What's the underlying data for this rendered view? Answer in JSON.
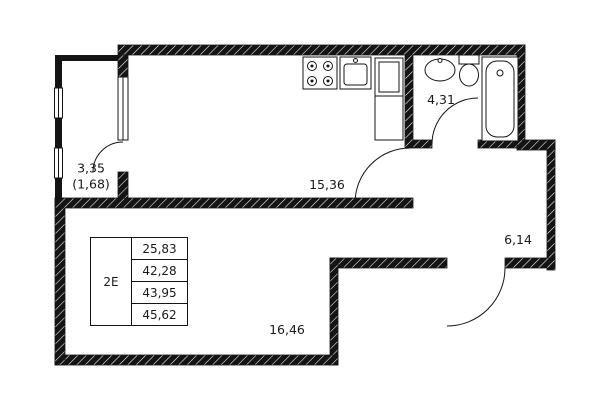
{
  "plan": {
    "rooms": {
      "loggia": {
        "area": "3,35",
        "area_reduced": "(1,68)"
      },
      "living": {
        "area": "15,36"
      },
      "bathroom": {
        "area": "4,31"
      },
      "hall": {
        "area": "6,14"
      },
      "room": {
        "area": "16,46"
      }
    },
    "spec_table": {
      "type_label": "2Е",
      "values": [
        "25,83",
        "42,28",
        "43,95",
        "45,62"
      ]
    },
    "colors": {
      "wall": "#141414",
      "line": "#141414",
      "background": "#ffffff",
      "text": "#1a1a1a"
    }
  }
}
